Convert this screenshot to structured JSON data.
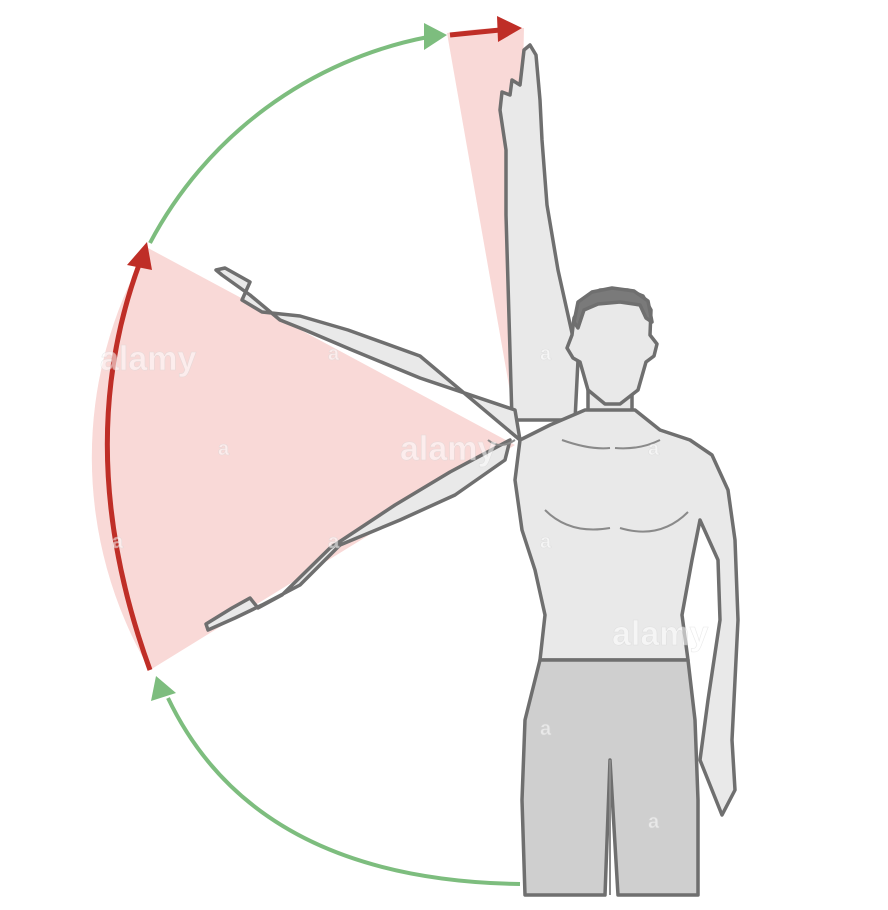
{
  "diagram": {
    "subject": "shoulder abduction range of motion",
    "colors": {
      "background": "#ffffff",
      "sector_fill": "#f9d9d7",
      "red_arc": "#bf2e27",
      "green_arc": "#7dbd7e",
      "skin": "#e9e9e9",
      "outline": "#6f6f6f",
      "pants": "#cfcfcf"
    },
    "watermark": {
      "brand": "alamy",
      "mark": "a"
    }
  }
}
